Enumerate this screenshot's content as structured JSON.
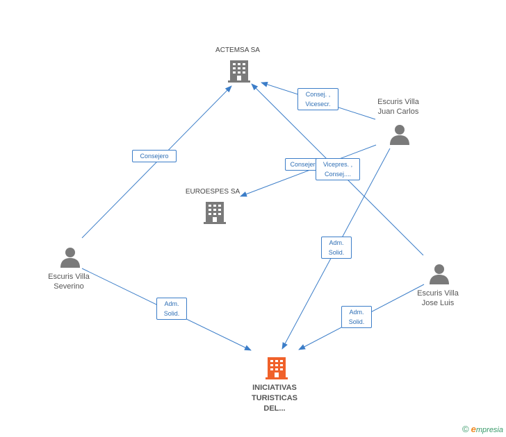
{
  "nodes": {
    "actemsa": {
      "label": "ACTEMSA SA",
      "type": "company"
    },
    "euroespes": {
      "label": "EUROESPES SA",
      "type": "company"
    },
    "iniciativas": {
      "label_lines": [
        "INICIATIVAS",
        "TURISTICAS",
        "DEL..."
      ],
      "type": "company-main"
    },
    "juan_carlos": {
      "label_lines": [
        "Escuris Villa",
        "Juan Carlos"
      ],
      "type": "person"
    },
    "severino": {
      "label_lines": [
        "Escuris Villa",
        "Severino"
      ],
      "type": "person"
    },
    "jose_luis": {
      "label_lines": [
        "Escuris Villa",
        "Jose Luis"
      ],
      "type": "person"
    }
  },
  "edge_labels": {
    "consej_vicesecr": [
      "Consej. ,",
      "Vicesecr."
    ],
    "consejero_severino": [
      "Consejero"
    ],
    "consejero_mid": [
      "Consejero"
    ],
    "vicepres_consej": [
      "Vicepres. ,",
      "Consej...."
    ],
    "adm_solid_jc": [
      "Adm.",
      "Solid."
    ],
    "adm_solid_sev": [
      "Adm.",
      "Solid."
    ],
    "adm_solid_jl": [
      "Adm.",
      "Solid."
    ]
  },
  "colors": {
    "edge": "#3b7dc8",
    "company_icon": "#7a7a7a",
    "main_company_icon": "#f0612a",
    "person_icon": "#7a7a7a"
  },
  "footer": {
    "copyright": "©",
    "brand_initial": "e",
    "brand_rest": "mpresia"
  }
}
